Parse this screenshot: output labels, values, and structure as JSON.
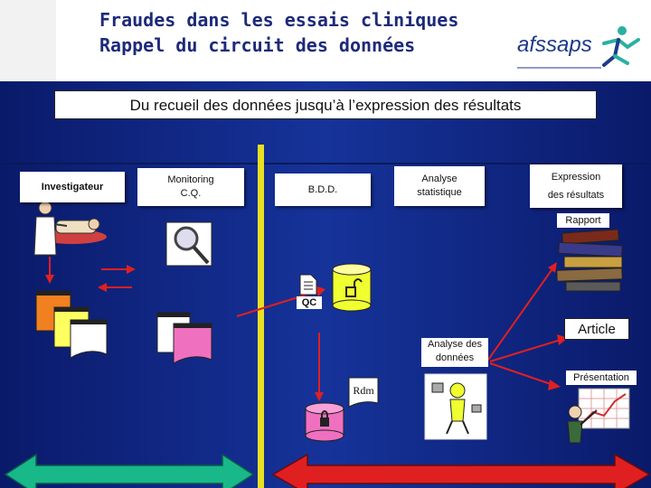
{
  "header": {
    "title_line1": "Fraudes dans les essais cliniques",
    "title_line2": "Rappel du circuit des données",
    "logo_text": "afssaps"
  },
  "subtitle": "Du recueil des données jusqu’à l’expression des résultats",
  "steps": {
    "investigateur": "Investigateur",
    "monitoring_l1": "Monitoring",
    "monitoring_l2": "C.Q.",
    "bdd": "B.D.D.",
    "analyse_l1": "Analyse",
    "analyse_l2": "statistique",
    "expression_l1": "Expression",
    "expression_l2": "des résultats"
  },
  "labels": {
    "rapport": "Rapport",
    "qc": "QC",
    "article": "Article",
    "analyse_donnees_l1": "Analyse des",
    "analyse_donnees_l2": "données",
    "presentation": "Présentation",
    "rdm": "Rdm"
  },
  "colors": {
    "title": "#1d2a7a",
    "background": "#16339a",
    "arrow_red": "#e02020",
    "arrow_green": "#18b888",
    "divider_yellow": "#e8e020"
  }
}
